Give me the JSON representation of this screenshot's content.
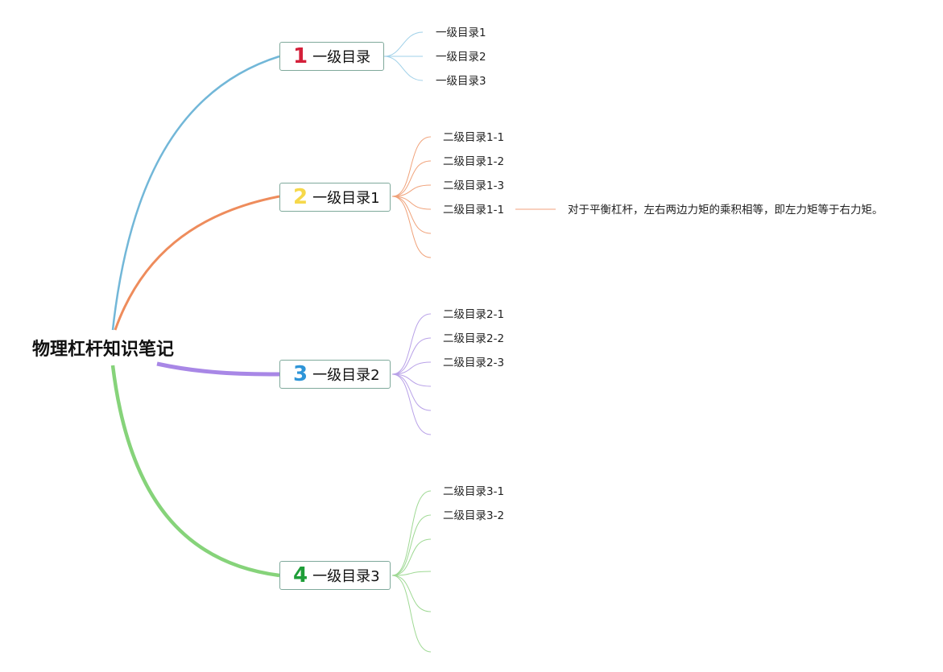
{
  "root": {
    "title": "物理杠杆知识笔记"
  },
  "colors": {
    "branch1": "#72b7d8",
    "branch2": "#ee8c5c",
    "branch3": "#a887e6",
    "branch4": "#86d37a",
    "num1": "#d4203a",
    "num2": "#f6d84a",
    "num3": "#2e95d8",
    "num4": "#1e9e38",
    "topic_border": "#7fa99b"
  },
  "topics": [
    {
      "number": "1",
      "label": "一级目录",
      "children": [
        "一级目录1",
        "一级目录2",
        "一级目录3"
      ]
    },
    {
      "number": "2",
      "label": "一级目录1",
      "children": [
        "二级目录1-1",
        "二级目录1-2",
        "二级目录1-3",
        "二级目录1-1",
        "",
        ""
      ],
      "note": "对于平衡杠杆，左右两边力矩的乘积相等，即左力矩等于右力矩。"
    },
    {
      "number": "3",
      "label": "一级目录2",
      "children": [
        "二级目录2-1",
        "二级目录2-2",
        "二级目录2-3",
        "",
        "",
        ""
      ]
    },
    {
      "number": "4",
      "label": "一级目录3",
      "children": [
        "二级目录3-1",
        "二级目录3-2",
        "",
        "",
        "",
        ""
      ]
    }
  ]
}
